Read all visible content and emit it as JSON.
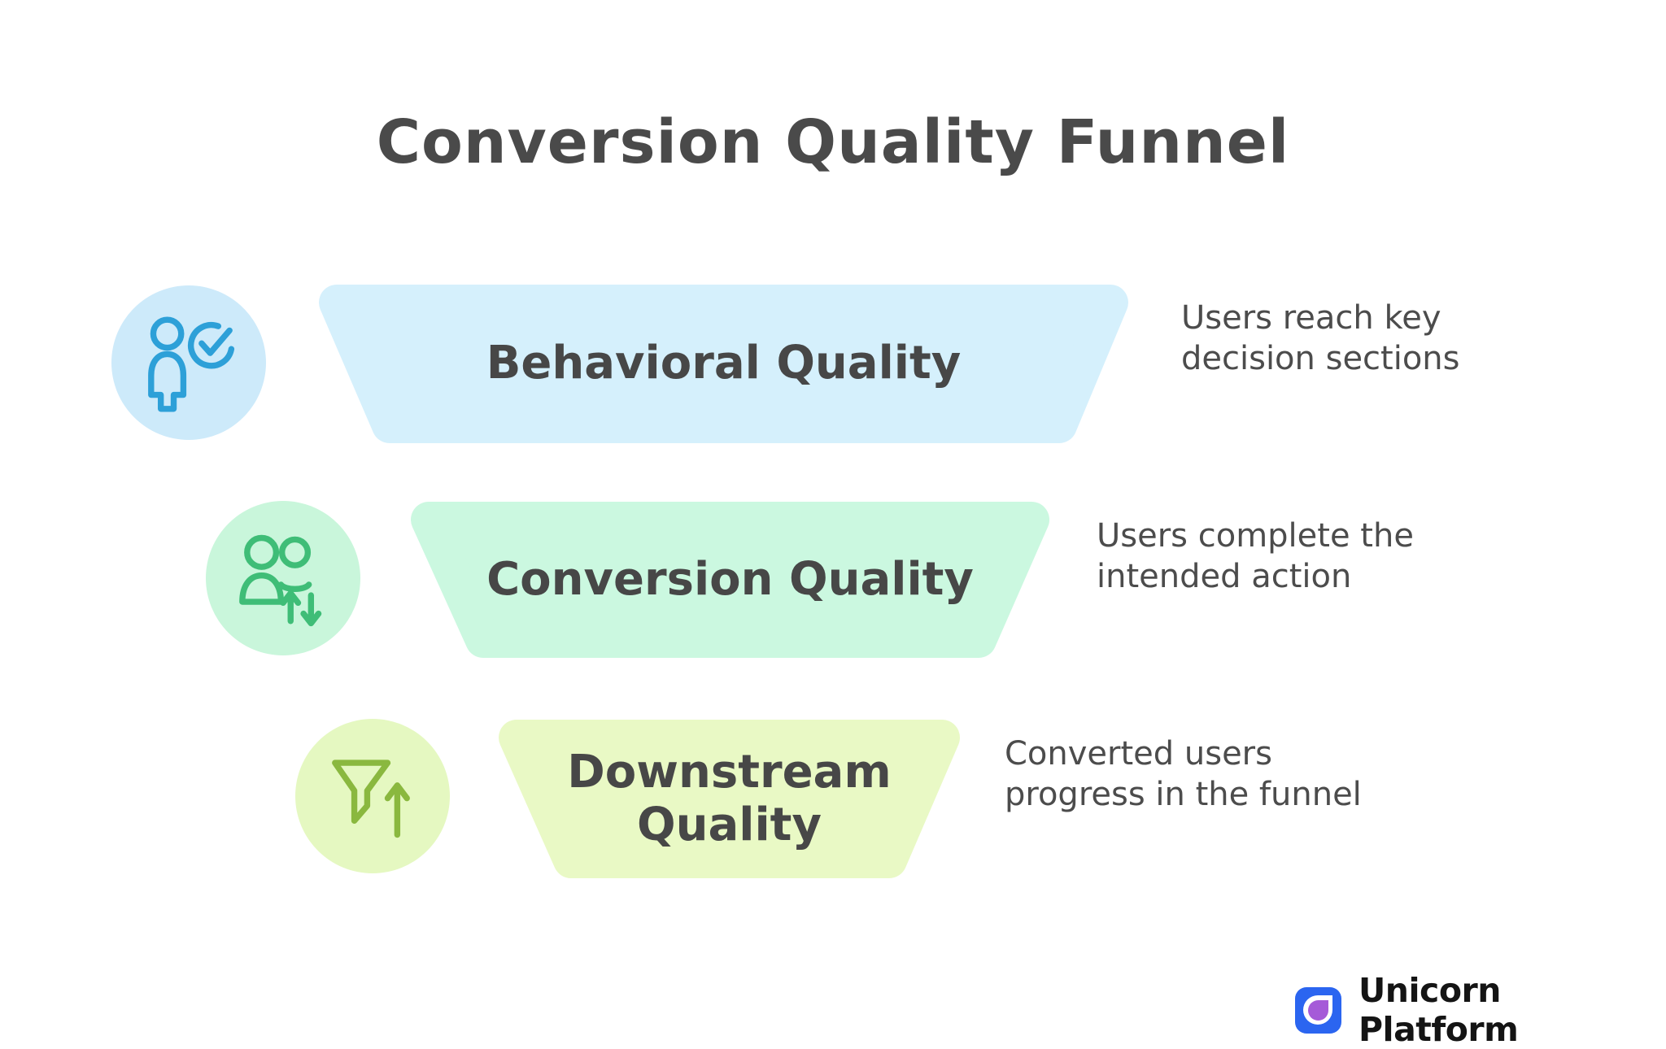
{
  "title": "Conversion Quality Funnel",
  "stages": [
    {
      "label": "Behavioral Quality",
      "desc_line1": "Users reach key",
      "desc_line2": "decision sections",
      "fill": "#d5f0fc",
      "icon_bg": "#cdeafa",
      "icon_stroke": "#2da0d8",
      "icon": "user-check-icon"
    },
    {
      "label": "Conversion Quality",
      "desc_line1": "Users complete the",
      "desc_line2": "intended action",
      "fill": "#cbf8e0",
      "icon_bg": "#c9f6db",
      "icon_stroke": "#3fbd77",
      "icon": "users-transfer-icon"
    },
    {
      "label": "Downstream Quality",
      "desc_line1": "Converted users",
      "desc_line2": "progress in the funnel",
      "fill": "#e9f9c5",
      "icon_bg": "#e5f8c1",
      "icon_stroke": "#8ab83f",
      "icon": "funnel-up-icon"
    }
  ],
  "branding": {
    "name": "Unicorn Platform",
    "logo_bg": "#2b65f0",
    "logo_drop": "#a55ad8"
  },
  "colors": {
    "heading": "#4a4a4a",
    "label": "#474747",
    "description": "#4c4c4c",
    "background": "#ffffff"
  }
}
